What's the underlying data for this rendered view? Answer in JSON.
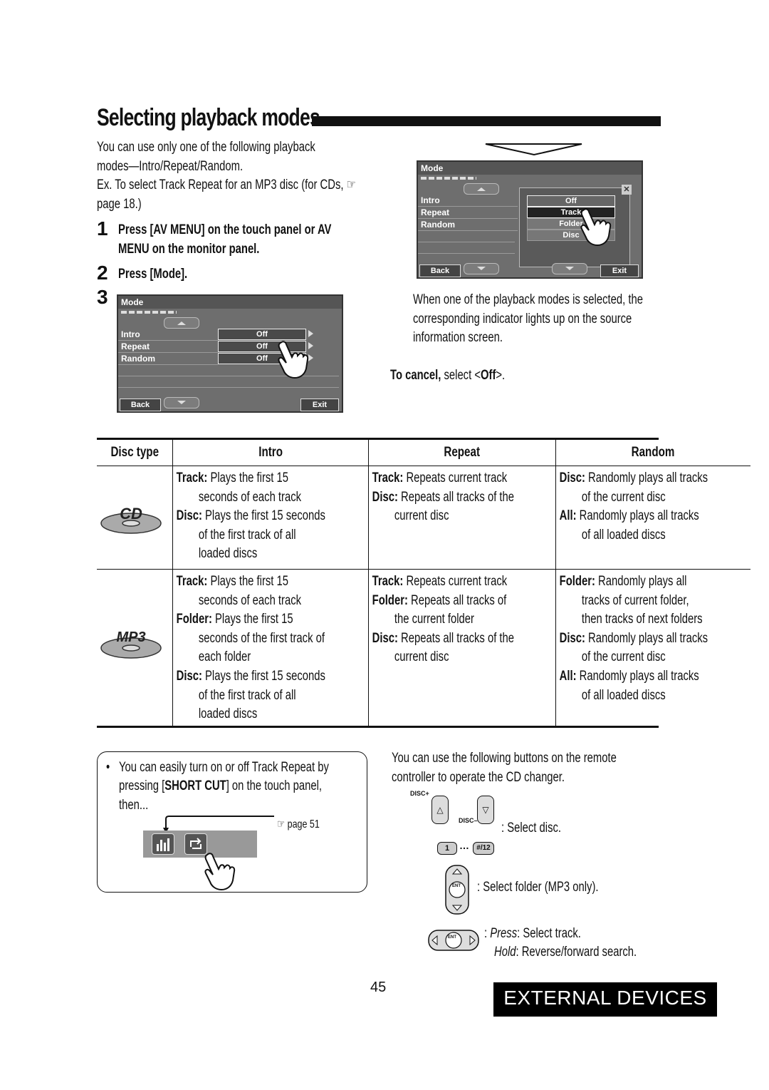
{
  "page": {
    "title": "Selecting playback modes",
    "page_number": "45",
    "section_tab": "EXTERNAL DEVICES"
  },
  "intro": {
    "line1": "You can use only one of the following playback",
    "line2": "modes—Intro/Repeat/Random.",
    "line3": "Ex. To select Track Repeat for an MP3 disc (for CDs, ☞",
    "line4": "page 18.)"
  },
  "steps": {
    "s1_num": "1",
    "s1_line1": "Press [AV MENU] on the touch panel or AV",
    "s1_line2": "MENU on the monitor panel.",
    "s2_num": "2",
    "s2_text": "Press [Mode].",
    "s3_num": "3"
  },
  "screen1": {
    "header": "Mode",
    "rows": [
      "Intro",
      "Repeat",
      "Random"
    ],
    "values": [
      "Off",
      "Off",
      "Off"
    ],
    "back": "Back",
    "exit": "Exit"
  },
  "screen2": {
    "header": "Mode",
    "rows": [
      "Intro",
      "Repeat",
      "Random"
    ],
    "options": [
      "Off",
      "Track",
      "Folder",
      "Disc"
    ],
    "close": "✕",
    "back": "Back",
    "exit": "Exit"
  },
  "right_text": {
    "l1": "When one of the playback modes is selected, the",
    "l2": "corresponding indicator lights up on the source",
    "l3": "information screen.",
    "cancel_bold": "To cancel,",
    "cancel_rest": " select <",
    "cancel_off": "Off",
    "cancel_end": ">."
  },
  "table": {
    "headers": [
      "Disc type",
      "Intro",
      "Repeat",
      "Random"
    ],
    "cd_label": "CD",
    "mp3_label": "MP3",
    "cd": {
      "intro": [
        [
          "Track:",
          " Plays the first 15"
        ],
        [
          "",
          "seconds of each track"
        ],
        [
          "Disc:",
          " Plays the first 15 seconds"
        ],
        [
          "",
          "of the first track of all"
        ],
        [
          "",
          "loaded discs"
        ]
      ],
      "repeat": [
        [
          "Track:",
          " Repeats current track"
        ],
        [
          "Disc:",
          " Repeats all tracks of the"
        ],
        [
          "",
          "current disc"
        ]
      ],
      "random": [
        [
          "Disc:",
          " Randomly plays all tracks"
        ],
        [
          "",
          "of the current disc"
        ],
        [
          "All:",
          " Randomly plays all tracks"
        ],
        [
          "",
          "of all loaded discs"
        ]
      ]
    },
    "mp3": {
      "intro": [
        [
          "Track:",
          " Plays the first 15"
        ],
        [
          "",
          "seconds of each track"
        ],
        [
          "Folder:",
          " Plays the first 15"
        ],
        [
          "",
          "seconds of the first track of"
        ],
        [
          "",
          "each folder"
        ],
        [
          "Disc:",
          " Plays the first 15 seconds"
        ],
        [
          "",
          "of the first track of all"
        ],
        [
          "",
          "loaded discs"
        ]
      ],
      "repeat": [
        [
          "Track:",
          " Repeats current track"
        ],
        [
          "Folder:",
          " Repeats all tracks of"
        ],
        [
          "",
          "the current folder"
        ],
        [
          "Disc:",
          " Repeats all tracks of the"
        ],
        [
          "",
          "current disc"
        ]
      ],
      "random": [
        [
          "Folder:",
          " Randomly plays all"
        ],
        [
          "",
          "tracks of current folder,"
        ],
        [
          "",
          "then tracks of next folders"
        ],
        [
          "Disc:",
          " Randomly plays all tracks"
        ],
        [
          "",
          "of the current disc"
        ],
        [
          "All:",
          " Randomly plays all tracks"
        ],
        [
          "",
          "of all loaded discs"
        ]
      ]
    }
  },
  "note": {
    "bullet": "•",
    "l1": "You can easily turn on or off Track Repeat by",
    "l2a": "pressing [",
    "l2b": "SHORT CUT",
    "l2c": "] on the touch panel,",
    "l3": "then...",
    "ref": "☞ page 51"
  },
  "remote": {
    "intro1": "You can use the following buttons on the remote",
    "intro2": "controller to operate the CD changer.",
    "disc_plus": "DISC+",
    "disc_minus": "DISC–",
    "up": "△",
    "down": "▽",
    "key1": "1",
    "dots": "…",
    "key12": "#/12",
    "select_disc": ":  Select disc.",
    "select_folder": ":  Select folder (MP3 only).",
    "ent": "ENT",
    "press": "Press",
    "press_rest": ": Select track.",
    "hold": "Hold",
    "hold_rest": ": Reverse/forward search."
  }
}
